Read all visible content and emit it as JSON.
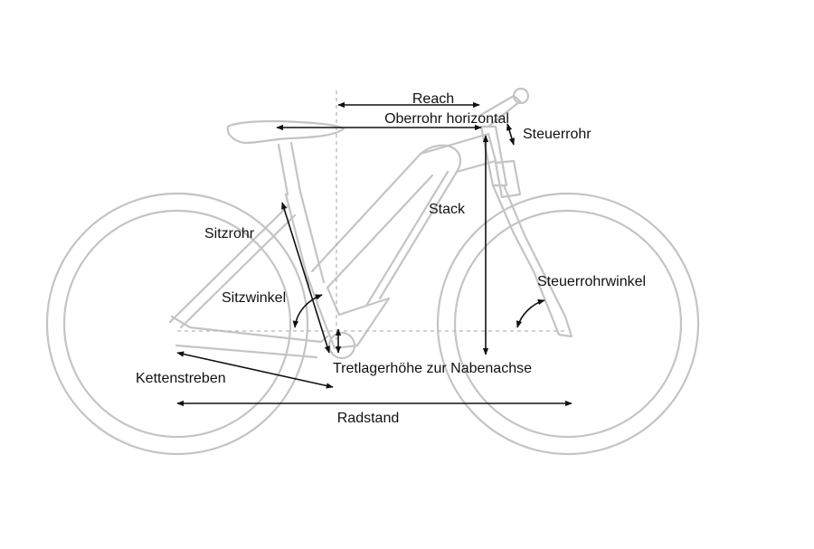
{
  "labels": {
    "reach": "Reach",
    "oberrohr": "Oberrohr horizontal",
    "steuerrohr": "Steuerrohr",
    "stack": "Stack",
    "sitzrohr": "Sitzrohr",
    "sitzwinkel": "Sitzwinkel",
    "steuerrohrwinkel": "Steuerrohrwinkel",
    "tretlager": "Tretlagerhöhe zur Nabenachse",
    "kettenstreben": "Kettenstreben",
    "radstand": "Radstand"
  },
  "colors": {
    "outline": "#c4c4c4",
    "dimension": "#111111",
    "background": "#ffffff"
  }
}
